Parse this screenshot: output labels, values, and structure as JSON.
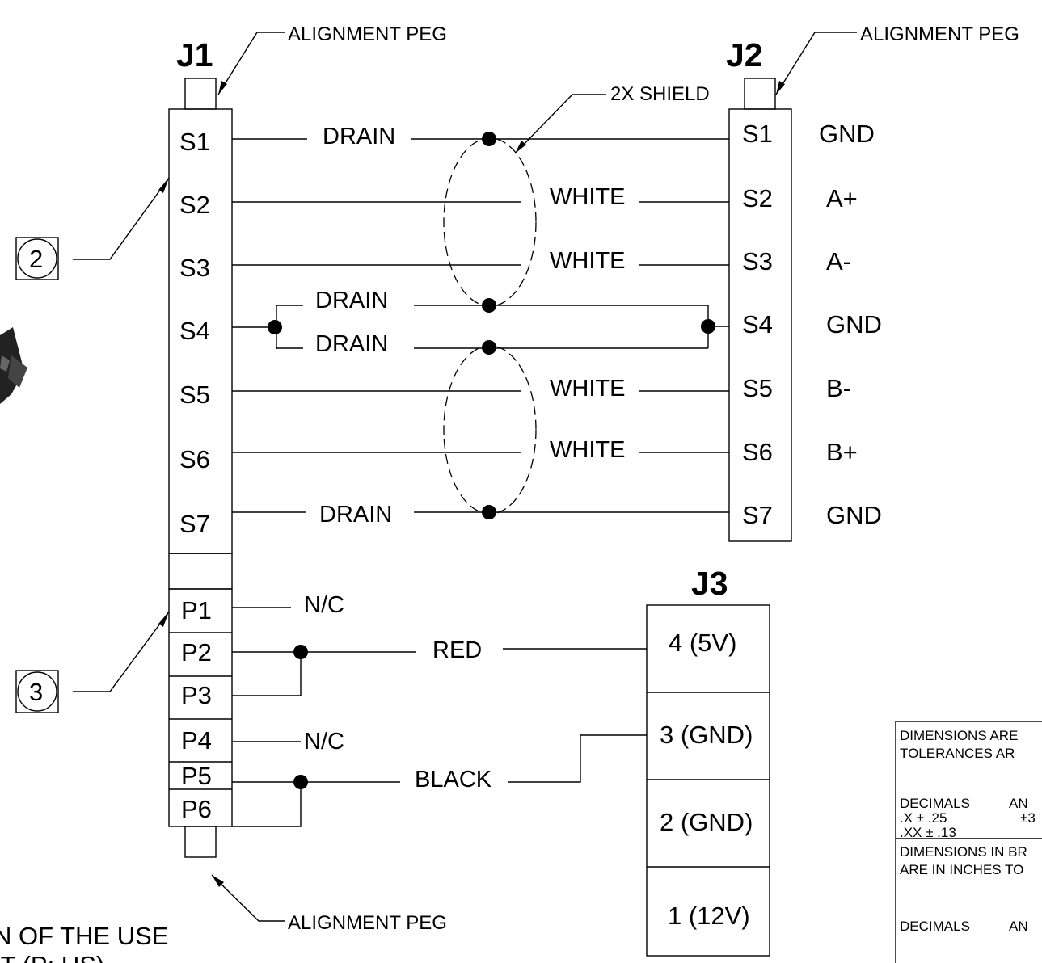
{
  "connectors": {
    "j1": {
      "title": "J1",
      "pins": [
        "S1",
        "S2",
        "S3",
        "S4",
        "S5",
        "S6",
        "S7",
        "P1",
        "P2",
        "P3",
        "P4",
        "P5",
        "P6"
      ]
    },
    "j2": {
      "title": "J2",
      "pins": [
        "S1",
        "S2",
        "S3",
        "S4",
        "S5",
        "S6",
        "S7"
      ],
      "functions": [
        "GND",
        "A+",
        "A-",
        "GND",
        "B-",
        "B+",
        "GND"
      ]
    },
    "j3": {
      "title": "J3",
      "pins": [
        "4 (5V)",
        "3 (GND)",
        "2 (GND)",
        "1 (12V)"
      ]
    }
  },
  "callouts": {
    "alignment_peg": "ALIGNMENT PEG",
    "shield": "2X SHIELD",
    "balloon_2": "2",
    "balloon_3": "3"
  },
  "wires": {
    "drain": "DRAIN",
    "white": "WHITE",
    "red": "RED",
    "black": "BLACK",
    "nc": "N/C"
  },
  "notes": {
    "line1": "N OF THE USE"
  },
  "tolerance_block": {
    "line1": "DIMENSIONS  ARE",
    "line2": "TOLERANCES AR",
    "decimals": "DECIMALS",
    "angles": "AN",
    "x_tol": ".X  ± .25",
    "xx_tol": ".XX ± .13",
    "angle_tol": "±3",
    "line3": "DIMENSIONS IN BR",
    "line4": "ARE IN INCHES TO",
    "decimals2": "DECIMALS",
    "angles2": "AN"
  }
}
